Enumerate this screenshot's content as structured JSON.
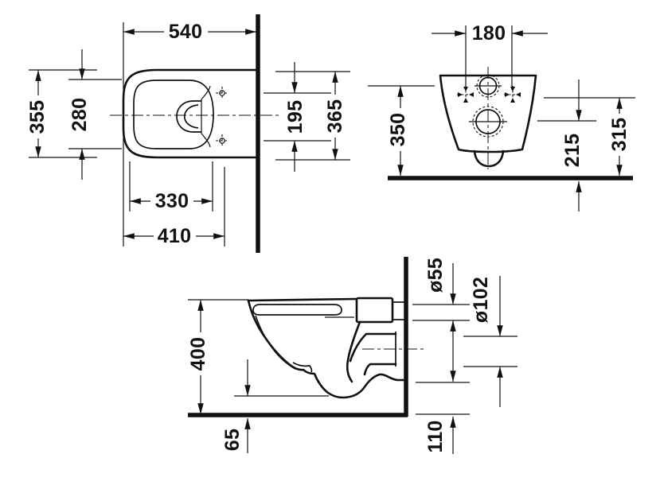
{
  "drawing": {
    "type": "technical-dimension-drawing",
    "subject": "wall-hung-toilet",
    "colors": {
      "line": "#111111",
      "background": "#ffffff"
    }
  },
  "dimensions": {
    "plan": {
      "d540": "540",
      "d355": "355",
      "d280": "280",
      "d195": "195",
      "d365": "365",
      "d330": "330",
      "d410": "410"
    },
    "front": {
      "d180": "180",
      "d350": "350",
      "d215": "215",
      "d315": "315"
    },
    "side": {
      "d400": "400",
      "d65": "65",
      "d55": "ø55",
      "d102": "ø102",
      "d110": "110"
    }
  }
}
